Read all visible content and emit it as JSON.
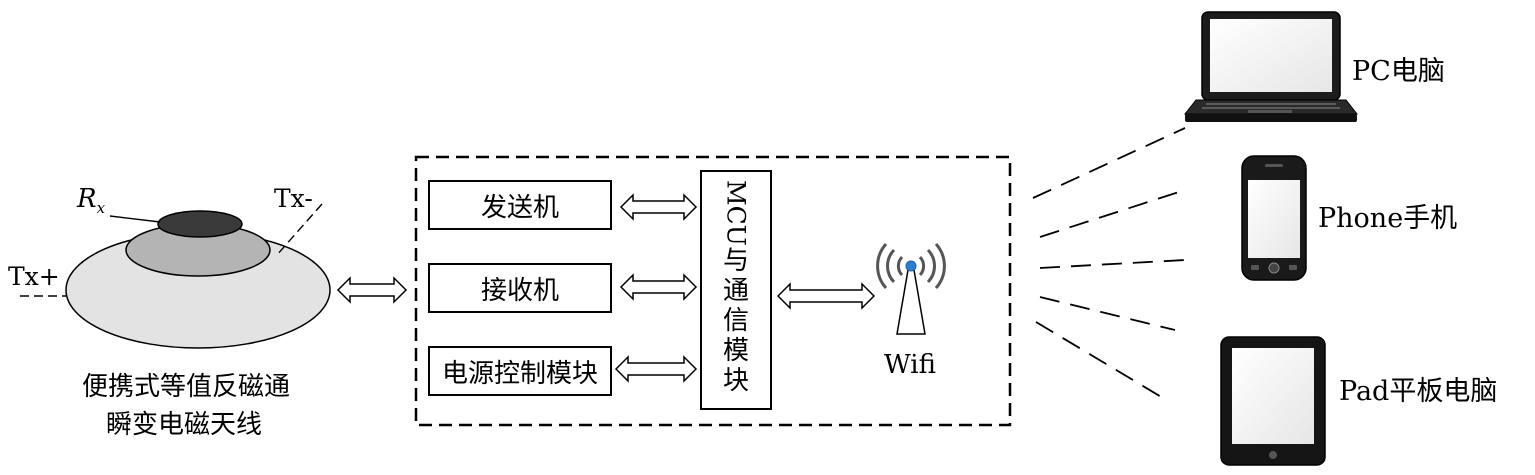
{
  "antenna": {
    "rx_label": "R",
    "rx_sub": "x",
    "tx_minus": "Tx-",
    "tx_plus": "Tx+",
    "caption_line1": "便携式等值反磁通",
    "caption_line2": "瞬变电磁天线"
  },
  "modules": {
    "transmitter": "发送机",
    "receiver": "接收机",
    "power": "电源控制模块",
    "mcu_latin": "MCU",
    "mcu_chars": [
      "与",
      "通",
      "信",
      "模",
      "块"
    ]
  },
  "wifi": {
    "label": "Wifi",
    "color": "#2b7fd0"
  },
  "devices": {
    "pc": "PC电脑",
    "phone": "Phone手机",
    "pad": "Pad平板电脑"
  }
}
